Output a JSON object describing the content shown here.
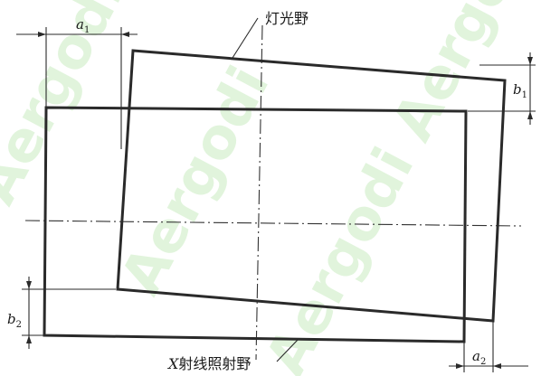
{
  "labels": {
    "light_field": "灯光野",
    "xray_field_prefix": "X",
    "xray_field_suffix": "射线照射野"
  },
  "dimensions": {
    "a1": {
      "var": "a",
      "sub": "1"
    },
    "a2": {
      "var": "a",
      "sub": "2"
    },
    "b1": {
      "var": "b",
      "sub": "1"
    },
    "b2": {
      "var": "b",
      "sub": "2"
    }
  },
  "watermark": {
    "text": "Aergodi"
  }
}
